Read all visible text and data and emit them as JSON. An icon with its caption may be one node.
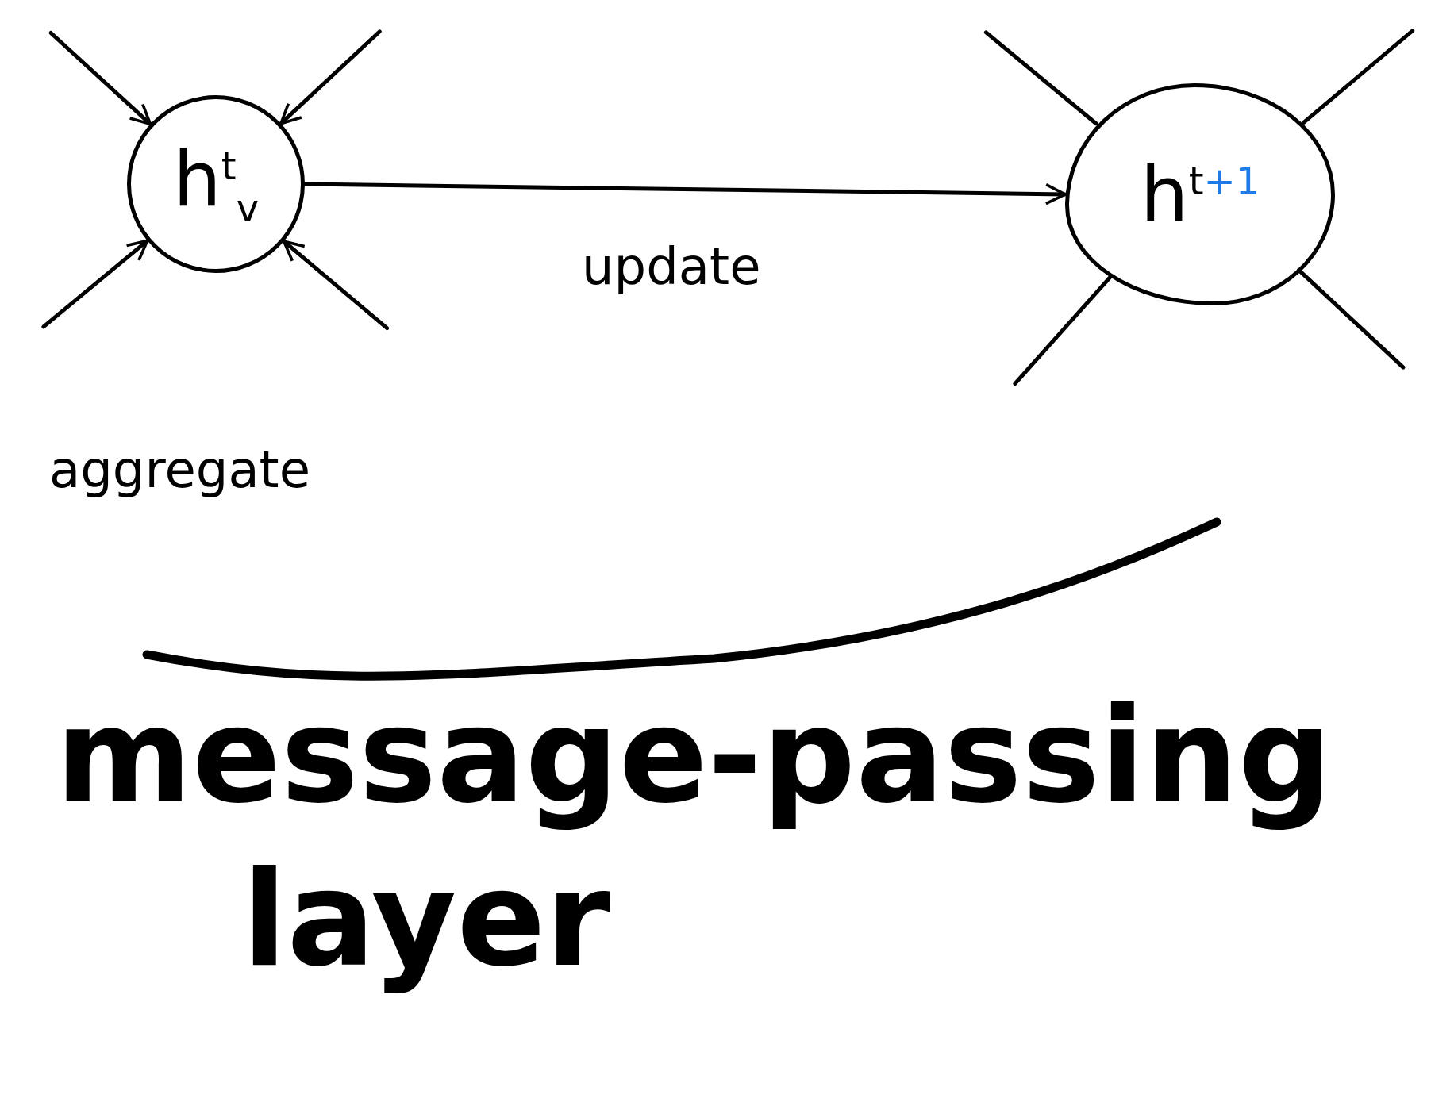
{
  "diagram": {
    "title": "message-passing layer",
    "nodes": [
      {
        "text": [
          "h$^{t}$$_{v}$"
        ]
      },
      {
        "text": [
          "h$^{t}$$^{+1}$"
        ]
      }
    ],
    "edges": [
      {
        "from": null,
        "to": 0,
        "arrow": "to"
      },
      {
        "from": null,
        "to": 0,
        "arrow": "to"
      },
      {
        "from": null,
        "to": 0,
        "arrow": "to"
      },
      {
        "from": null,
        "to": 0,
        "arrow": "to"
      },
      {
        "from": 0,
        "to": 1,
        "arrow": "to",
        "label": "update"
      },
      {
        "from": 1,
        "to": null,
        "arrow": "none"
      },
      {
        "from": 1,
        "to": null,
        "arrow": "none"
      },
      {
        "from": 1,
        "to": null,
        "arrow": "none"
      },
      {
        "from": 1,
        "to": null,
        "arrow": "none"
      }
    ],
    "labels": [
      "aggregate"
    ]
  }
}
